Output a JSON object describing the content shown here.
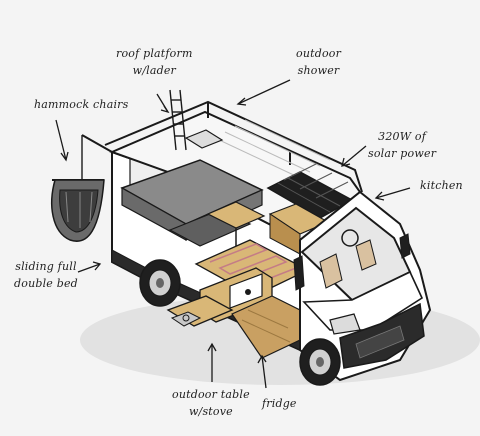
{
  "labels": {
    "roof_platform": {
      "line1": "roof platform",
      "line2": "w/lader"
    },
    "outdoor_shower": {
      "line1": "outdoor",
      "line2": "shower"
    },
    "hammock_chairs": {
      "line1": "hammock chairs"
    },
    "solar_power": {
      "line1": "320W of",
      "line2": "solar power"
    },
    "kitchen": {
      "line1": "kitchen"
    },
    "sliding_bed": {
      "line1": "sliding full",
      "line2": "double bed"
    },
    "outdoor_table": {
      "line1": "outdoor table",
      "line2": "w/stove"
    },
    "fridge": {
      "line1": "fridge"
    }
  },
  "colors": {
    "background": "#f4f4f4",
    "outline": "#1a1a1a",
    "van_body": "#ffffff",
    "wood": "#d9b777",
    "wood_dark": "#b98f4e",
    "mattress": "#8a8a8a",
    "solar_panel": "#1f1f1f",
    "cushion": "#5f5f5f",
    "floor_heating": "#d7a3a8",
    "window_tint": "#e7e7e7"
  }
}
